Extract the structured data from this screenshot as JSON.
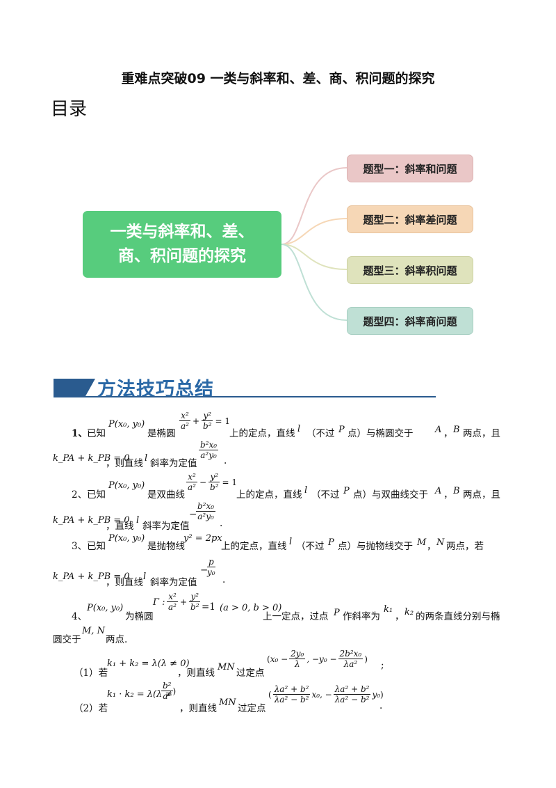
{
  "title": "重难点突破09  一类与斜率和、差、商、积问题的探究",
  "toc_heading": "目录",
  "mindmap": {
    "central": [
      "一类与斜率和、差、",
      "商、积问题的探究"
    ],
    "branches": [
      "题型一：斜率和问题",
      "题型二：斜率差问题",
      "题型三：斜率积问题",
      "题型四：斜率商问题"
    ],
    "colors": {
      "central": "#57cc7d",
      "b1": "#eac7c7",
      "b2": "#f6d7b6",
      "b3": "#dfe3bc",
      "b4": "#bfe0d5"
    }
  },
  "section_title": "方法技巧总结",
  "items": {
    "i1": {
      "num": "1、",
      "t1": "已知",
      "pt": "P(x₀, y₀)",
      "t2": "是椭圆",
      "t3": "上的定点，直线",
      "l": "l",
      "t4": "（不过",
      "P": "P",
      "t5": "点）与椭圆交于",
      "A": "A",
      "t6": "，",
      "B": "B",
      "t7": "两点，且",
      "cond": "k_PA + k_PB = 0",
      "t8": "，则直线",
      "t9": "斜率为定值",
      "end": "."
    },
    "i2": {
      "num": "2、",
      "t1": "已知",
      "t2": "是双曲线",
      "t3": "上的定点，直线",
      "t4": "（不过",
      "t5": "点）与双曲线交于",
      "t7": "两点，且",
      "cond": "k_PA + k_PB = 0",
      "t8": "，直线",
      "t9": "斜率为定值",
      "end": "."
    },
    "i3": {
      "num": "3、",
      "t1": "已知",
      "t2": "是抛物线",
      "eq": "y² = 2px",
      "t3": "上的定点，直线",
      "t4": "（不过",
      "t5": "点）与抛物线交于",
      "M": "M",
      "N": "N",
      "t7": "两点，若",
      "cond": "k_PA + k_PB = 0",
      "t8": "，则直线",
      "t9": "斜率为定值",
      "end": "."
    },
    "i4": {
      "num": "4、",
      "t1": "为椭圆",
      "gamma": "Γ :",
      "eq_tail": "=1",
      "range": "(a > 0, b > 0)",
      "t2": "上一定点，过点",
      "t3": "作斜率为",
      "k1": "k₁",
      "k2": "k₂",
      "t4": "的两条直线分别与椭",
      "t5": "圆交于",
      "MN": "M, N",
      "t6": "两点.",
      "s1": "（1）若",
      "s1cond": "k₁ + k₂ = λ(λ ≠ 0)",
      "s1mid": "，则直线",
      "s1MN": "MN",
      "s1tail": "过定点",
      "s1end": ";",
      "s2": "（2）若",
      "s2cond": "k₁ · k₂ = λ(λ ≠",
      "s2mid": "，则直线",
      "s2tail": "过定点",
      "s2end": "."
    }
  }
}
